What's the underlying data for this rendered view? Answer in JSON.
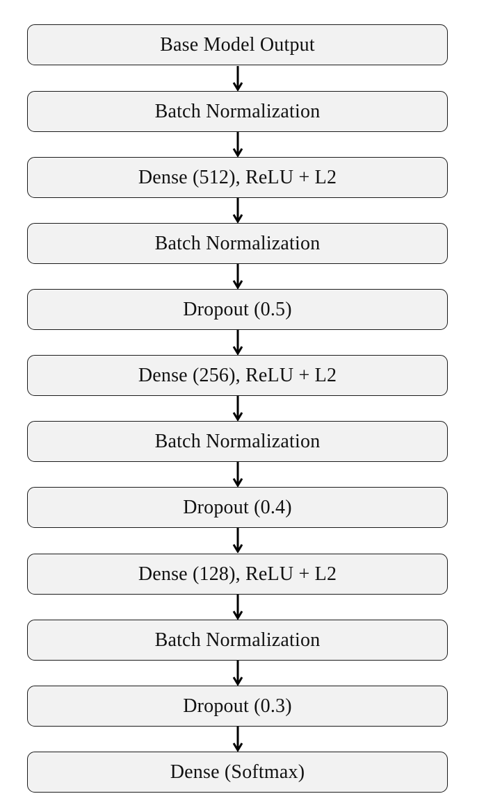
{
  "diagram": {
    "layers": [
      {
        "label": "Base Model Output"
      },
      {
        "label": "Batch Normalization"
      },
      {
        "label": "Dense (512), ReLU + L2"
      },
      {
        "label": "Batch Normalization"
      },
      {
        "label": "Dropout (0.5)"
      },
      {
        "label": "Dense (256), ReLU + L2"
      },
      {
        "label": "Batch Normalization"
      },
      {
        "label": "Dropout (0.4)"
      },
      {
        "label": "Dense (128), ReLU + L2"
      },
      {
        "label": "Batch Normalization"
      },
      {
        "label": "Dropout (0.3)"
      },
      {
        "label": "Dense (Softmax)"
      }
    ],
    "colors": {
      "box_fill": "#f2f2f2",
      "box_border": "#1a1a1a",
      "arrow": "#000000",
      "text": "#111111"
    },
    "arrow_icon": "down-arrow-icon"
  }
}
